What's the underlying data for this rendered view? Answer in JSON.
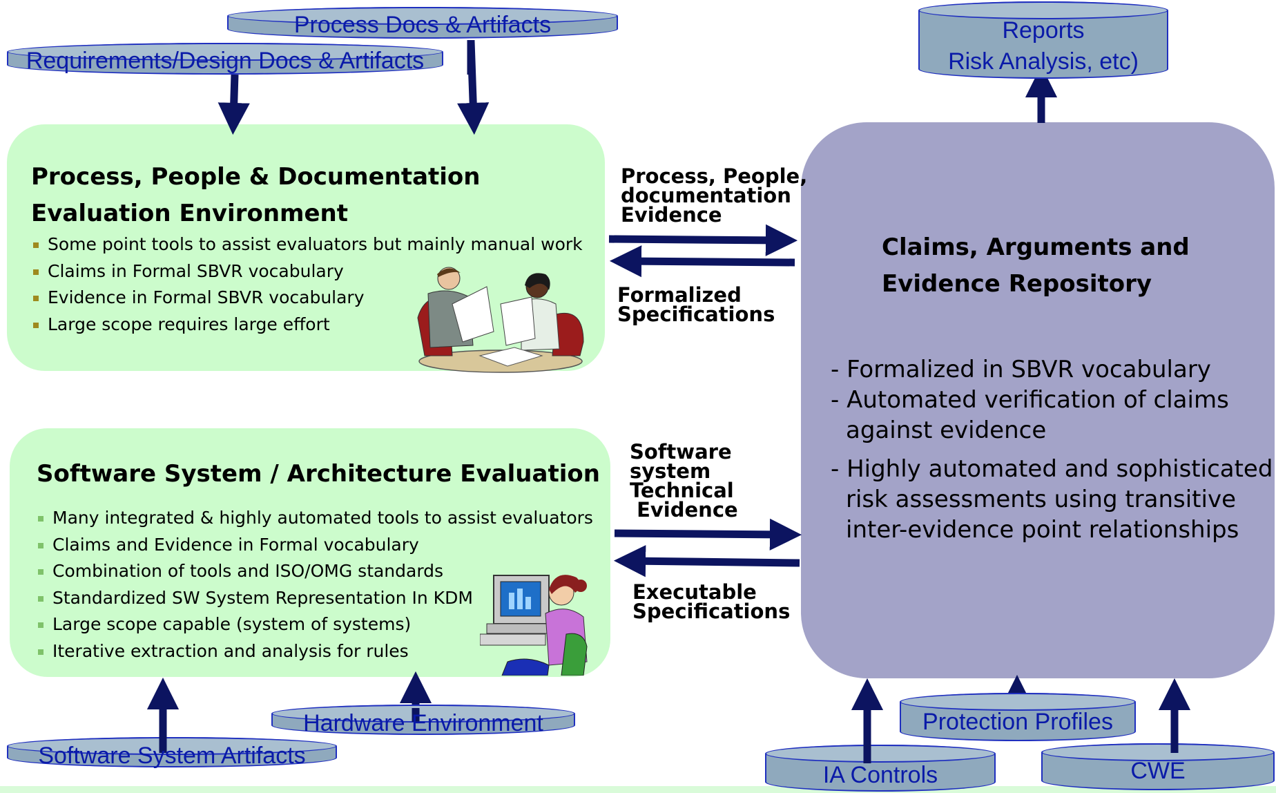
{
  "inputs_top": {
    "process_docs": "Process Docs & Artifacts",
    "requirements_docs": "Requirements/Design Docs & Artifacts"
  },
  "outputs_top": {
    "reports_line1": "Reports",
    "reports_line2": "Risk Analysis, etc)"
  },
  "process_panel": {
    "title_line1": "Process, People & Documentation",
    "title_line2": "Evaluation Environment",
    "bullets": [
      "Some point tools to assist evaluators but mainly manual work",
      "Claims in Formal SBVR vocabulary",
      "Evidence in Formal SBVR vocabulary",
      "Large scope requires large effort"
    ]
  },
  "software_panel": {
    "title": "Software System / Architecture Evaluation",
    "bullets": [
      "Many integrated & highly automated tools to assist evaluators",
      "Claims and Evidence in Formal vocabulary",
      "Combination of tools and ISO/OMG standards",
      "Standardized SW System Representation In KDM",
      "Large scope capable (system of systems)",
      "Iterative extraction and analysis for rules"
    ]
  },
  "flows": {
    "process_evidence": [
      "Process, People,",
      "documentation",
      "Evidence"
    ],
    "formalized_specs": [
      "Formalized",
      "Specifications"
    ],
    "software_evidence": [
      "Software",
      "system",
      "Technical",
      " Evidence"
    ],
    "executable_specs": [
      "Executable",
      "Specifications"
    ]
  },
  "repository": {
    "title_line1": "Claims, Arguments and",
    "title_line2": "Evidence Repository",
    "items": [
      "- Formalized in SBVR vocabulary",
      "- Automated verification of claims",
      "  against evidence",
      "- Highly automated and sophisticated",
      "  risk assessments using transitive",
      "  inter-evidence point relationships"
    ]
  },
  "inputs_bottom": {
    "hardware": "Hardware Environment",
    "software_artifacts": "Software System Artifacts",
    "protection_profiles": "Protection Profiles",
    "ia_controls": "IA Controls",
    "cwe": "CWE"
  },
  "colors": {
    "arrow": "#0c1460",
    "green_panel": "#ccfccc",
    "purple_panel": "#a3a3c8",
    "cylinder": "#8fa9bd",
    "cylinder_text": "#0a1aa8"
  },
  "icons": {
    "meeting": "meeting-clipart-icon",
    "computer_user": "computer-user-clipart-icon"
  }
}
